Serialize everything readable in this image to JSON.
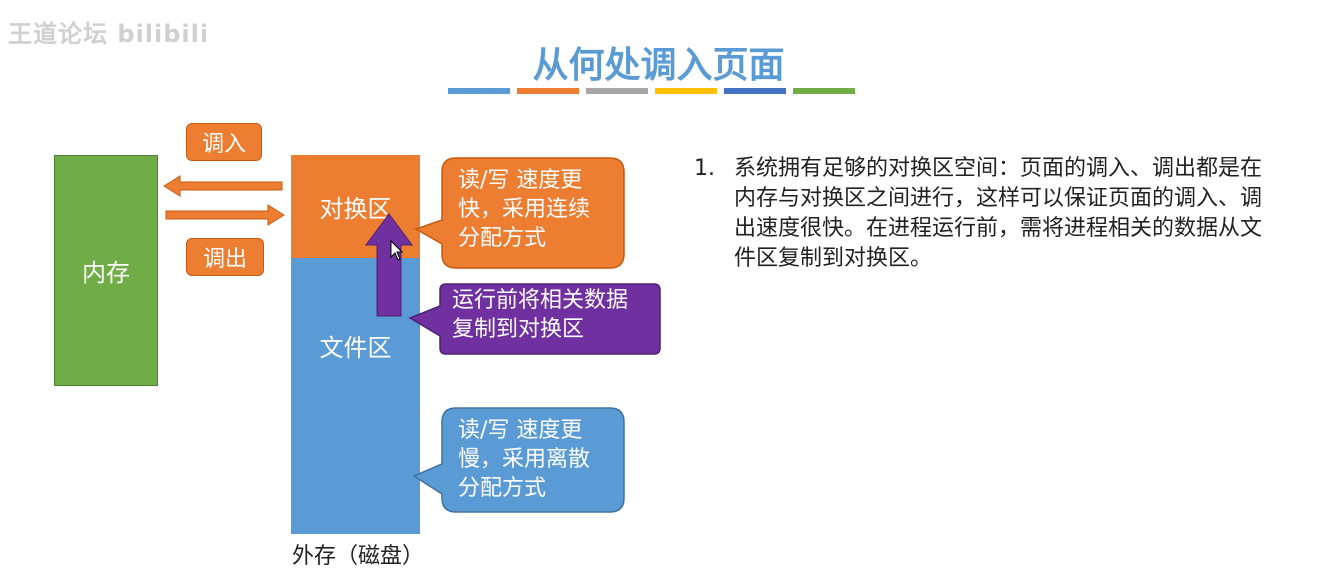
{
  "watermark": "王道论坛 bilibili",
  "title": "从何处调入页面",
  "accent_bars": [
    "#5b9bd5",
    "#ed7d31",
    "#a5a5a5",
    "#ffc000",
    "#4472c4",
    "#70ad47"
  ],
  "diagram": {
    "memory_label": "内存",
    "swap_label": "对换区",
    "file_label": "文件区",
    "external_label": "外存（磁盘）",
    "swap_in_label": "调入",
    "swap_out_label": "调出",
    "callout_swap": "读/写 速度更快，采用连续分配方式",
    "callout_copy": "运行前将相关数据复制到对换区",
    "callout_file": "读/写 速度更慢，采用离散分配方式"
  },
  "points": [
    {
      "number": "1.",
      "text": "系统拥有足够的对换区空间：页面的调入、调出都是在内存与对换区之间进行，这样可以保证页面的调入、调出速度很快。在进程运行前，需将进程相关的数据从文件区复制到对换区。"
    }
  ],
  "colors": {
    "memory": "#70ad47",
    "swap": "#ed7d31",
    "file": "#5b9bd5",
    "copy": "#7030a0"
  }
}
